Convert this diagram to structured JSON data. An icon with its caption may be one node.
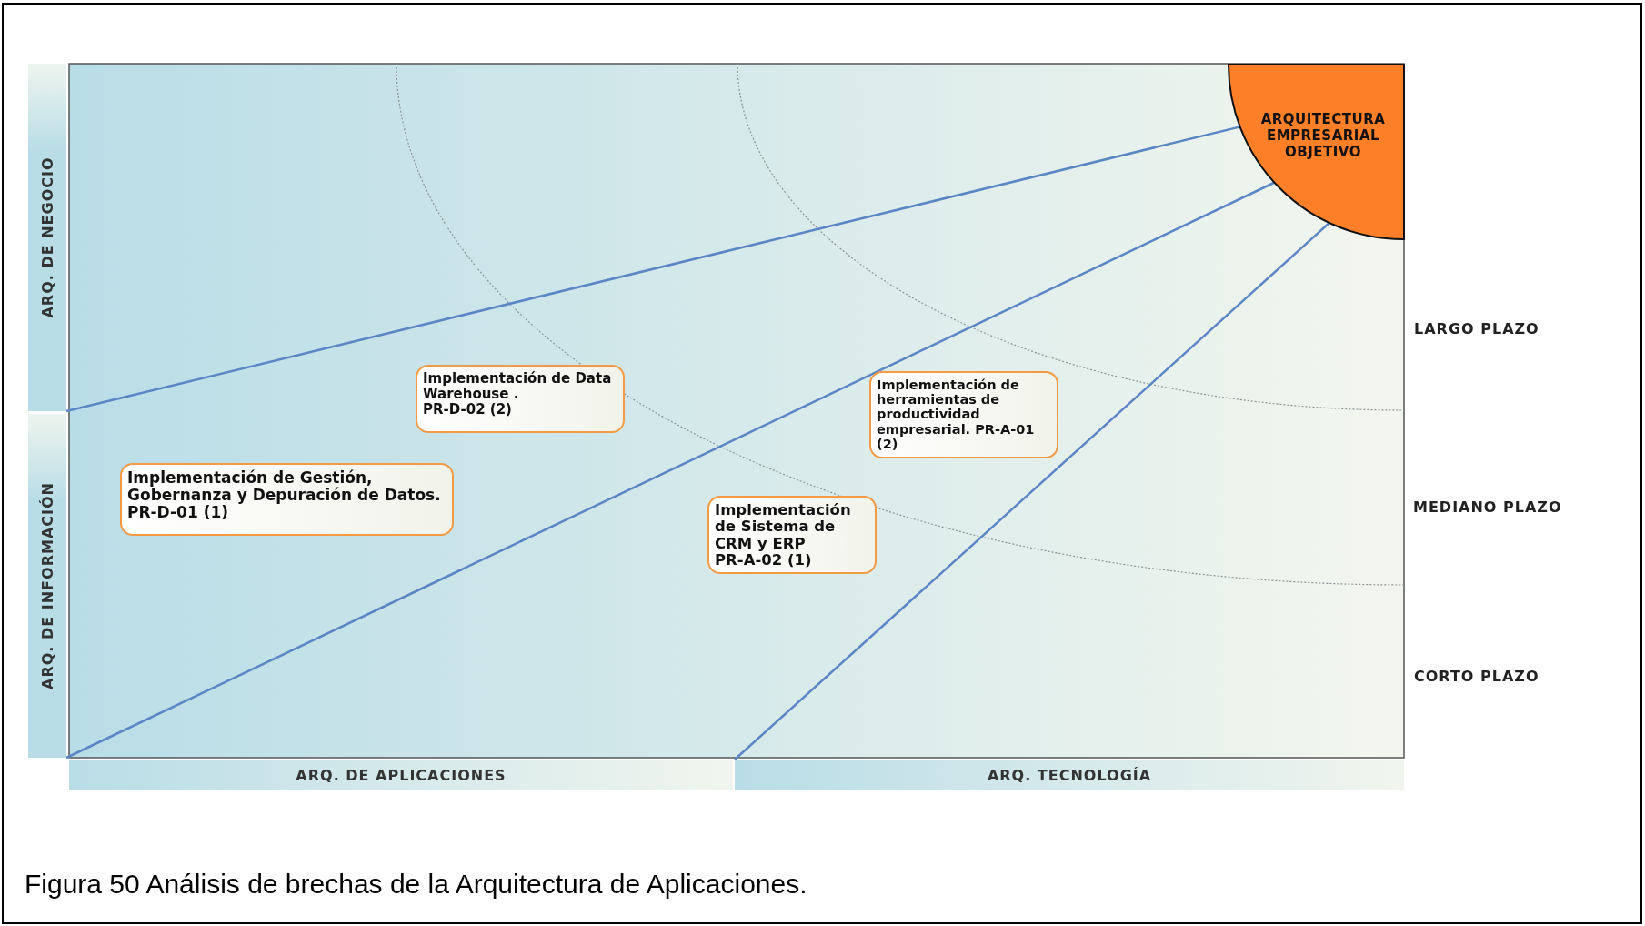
{
  "diagram": {
    "caption": "Figura 50 Análisis de brechas de la Arquitectura de Aplicaciones.",
    "nodes": [
      {
        "text": [
          "ARQ. DE NEGOCIO"
        ]
      },
      {
        "text": [
          "ARQ. DE INFORMACIÓN"
        ]
      },
      {
        "text": [
          "ARQUITECTURA EMPRESARIAL OBJETIVO"
        ]
      },
      {
        "text": [
          "Implementación de Data Warehouse .",
          "PR-D-02 (2)"
        ]
      },
      {
        "text": [
          "Implementación de herramientas de productividad empresarial. PR-A-01 (2)"
        ]
      },
      {
        "text": [
          "Implementación de Gestión, Gobernanza y Depuración de Datos.",
          "PR-D-01 (1)"
        ]
      },
      {
        "text": [
          "Implementación de Sistema de CRM y ERP",
          "PR-A-02 (1)"
        ]
      },
      {
        "text": [
          "ARQ. DE APLICACIONES"
        ]
      },
      {
        "text": [
          "ARQ. TECNOLOGÍA"
        ]
      }
    ],
    "edges": [
      {
        "from": 0,
        "to": 2,
        "arrow": "none"
      },
      {
        "from": 1,
        "to": 2,
        "arrow": "none"
      },
      {
        "from": 8,
        "to": 2,
        "arrow": "none"
      }
    ],
    "labels": [
      "LARGO PLAZO",
      "MEDIANO PLAZO",
      "CORTO PLAZO"
    ]
  }
}
